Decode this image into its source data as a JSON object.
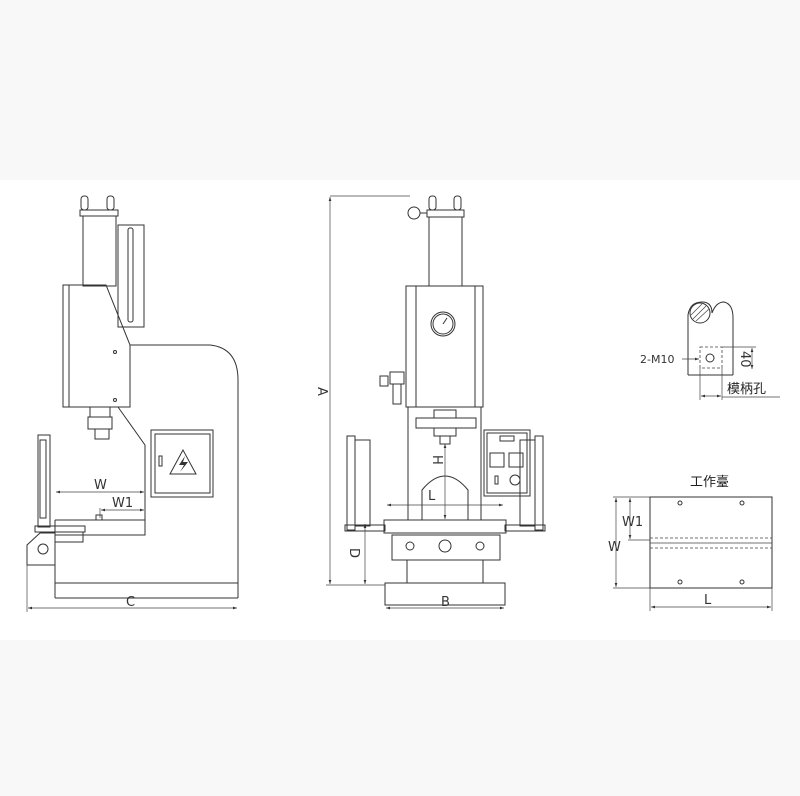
{
  "side_view": {
    "dim_w": "W",
    "dim_w1": "W1",
    "dim_c": "C"
  },
  "front_view": {
    "dim_a": "A",
    "dim_h": "H",
    "dim_l": "L",
    "dim_d": "D",
    "dim_b": "B"
  },
  "shank_detail": {
    "thread_label": "2-M10",
    "dim_40": "40",
    "title": "模柄孔"
  },
  "worktable": {
    "title": "工作臺",
    "dim_w1": "W1",
    "dim_w": "W",
    "dim_l": "L"
  }
}
